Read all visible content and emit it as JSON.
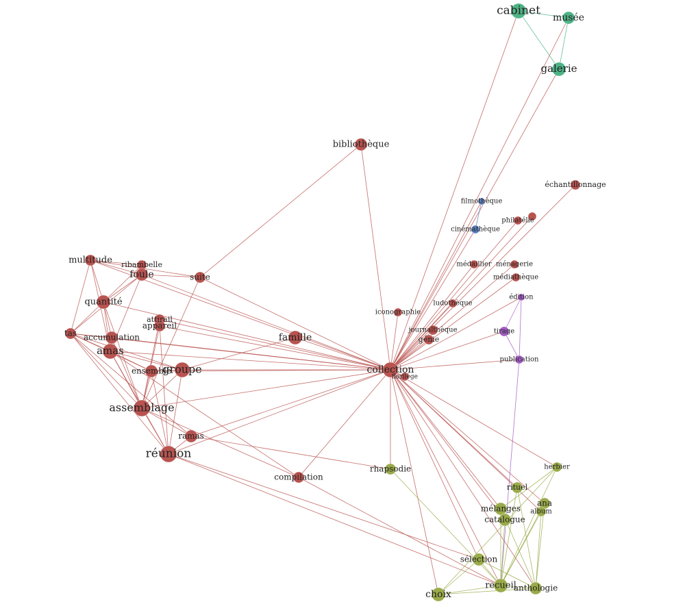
{
  "colors": {
    "red": "#b85450",
    "green": "#4fb386",
    "blue": "#5b7fc1",
    "purple": "#a25bc4",
    "olive": "#9aab4a"
  },
  "nodes": [
    {
      "id": "cabinet",
      "label": "cabinet",
      "group": "green"
    },
    {
      "id": "musee",
      "label": "musée",
      "group": "green"
    },
    {
      "id": "galerie",
      "label": "galerie",
      "group": "green"
    },
    {
      "id": "bibliotheque",
      "label": "bibliothèque",
      "group": "red"
    },
    {
      "id": "echantillonnage",
      "label": "échantillonnage",
      "group": "red"
    },
    {
      "id": "filmotheque",
      "label": "filmothèque",
      "group": "blue"
    },
    {
      "id": "cinematheque",
      "label": "cinémathèque",
      "group": "blue"
    },
    {
      "id": "philatelie",
      "label": "philatélie",
      "group": "red"
    },
    {
      "id": "corpus",
      "label": "",
      "group": "red"
    },
    {
      "id": "medaillier",
      "label": "médaillier",
      "group": "red"
    },
    {
      "id": "menagerie",
      "label": "ménagerie",
      "group": "red"
    },
    {
      "id": "mediatheque",
      "label": "médiathèque",
      "group": "red"
    },
    {
      "id": "multitude",
      "label": "multitude",
      "group": "red"
    },
    {
      "id": "ribambelle",
      "label": "ribambelle",
      "group": "red"
    },
    {
      "id": "foule",
      "label": "foule",
      "group": "red"
    },
    {
      "id": "suite",
      "label": "suite",
      "group": "red"
    },
    {
      "id": "quantite",
      "label": "quantité",
      "group": "red"
    },
    {
      "id": "ludotheque",
      "label": "ludothèque",
      "group": "red"
    },
    {
      "id": "edition",
      "label": "édition",
      "group": "purple"
    },
    {
      "id": "iconographie",
      "label": "iconographie",
      "group": "red"
    },
    {
      "id": "attirail",
      "label": "attirail",
      "group": "red"
    },
    {
      "id": "appareil",
      "label": "appareil",
      "group": "red"
    },
    {
      "id": "tas",
      "label": "tas",
      "group": "red"
    },
    {
      "id": "accumulation",
      "label": "accumulation",
      "group": "red"
    },
    {
      "id": "famille",
      "label": "famille",
      "group": "red"
    },
    {
      "id": "journaltheque",
      "label": "journalthèque",
      "group": "red"
    },
    {
      "id": "genie",
      "label": "génie",
      "group": "red"
    },
    {
      "id": "tirage",
      "label": "tirage",
      "group": "purple"
    },
    {
      "id": "amas",
      "label": "amas",
      "group": "red"
    },
    {
      "id": "publication",
      "label": "publication",
      "group": "purple"
    },
    {
      "id": "ensemble",
      "label": "ensemble",
      "group": "red"
    },
    {
      "id": "groupe",
      "label": "groupe",
      "group": "red"
    },
    {
      "id": "collection",
      "label": "collection",
      "group": "red"
    },
    {
      "id": "florilege",
      "label": "florilège",
      "group": "red"
    },
    {
      "id": "assemblage",
      "label": "assemblage",
      "group": "red"
    },
    {
      "id": "ramas",
      "label": "ramas",
      "group": "red"
    },
    {
      "id": "reunion",
      "label": "réunion",
      "group": "red"
    },
    {
      "id": "herbier",
      "label": "herbier",
      "group": "olive"
    },
    {
      "id": "rhapsodie",
      "label": "rhapsodie",
      "group": "olive"
    },
    {
      "id": "compilation",
      "label": "compilation",
      "group": "red"
    },
    {
      "id": "rituel",
      "label": "rituel",
      "group": "olive"
    },
    {
      "id": "ana",
      "label": "ana",
      "group": "olive"
    },
    {
      "id": "melanges",
      "label": "mélanges",
      "group": "olive"
    },
    {
      "id": "album",
      "label": "album",
      "group": "olive"
    },
    {
      "id": "catalogue",
      "label": "catalogue",
      "group": "olive"
    },
    {
      "id": "selection",
      "label": "sélection",
      "group": "olive"
    },
    {
      "id": "recueil",
      "label": "recueil",
      "group": "olive"
    },
    {
      "id": "anthologie",
      "label": "anthologie",
      "group": "olive"
    },
    {
      "id": "choix",
      "label": "choix",
      "group": "olive"
    }
  ],
  "edges": [
    [
      "collection",
      "bibliotheque"
    ],
    [
      "collection",
      "cabinet"
    ],
    [
      "collection",
      "musee"
    ],
    [
      "collection",
      "galerie"
    ],
    [
      "collection",
      "echantillonnage"
    ],
    [
      "collection",
      "filmotheque"
    ],
    [
      "collection",
      "cinematheque"
    ],
    [
      "collection",
      "philatelie"
    ],
    [
      "collection",
      "corpus"
    ],
    [
      "collection",
      "medaillier"
    ],
    [
      "collection",
      "menagerie"
    ],
    [
      "collection",
      "mediatheque"
    ],
    [
      "collection",
      "ludotheque"
    ],
    [
      "collection",
      "iconographie"
    ],
    [
      "collection",
      "journaltheque"
    ],
    [
      "collection",
      "genie"
    ],
    [
      "collection",
      "edition"
    ],
    [
      "collection",
      "tirage"
    ],
    [
      "collection",
      "publication"
    ],
    [
      "collection",
      "florilege"
    ],
    [
      "collection",
      "famille"
    ],
    [
      "collection",
      "groupe"
    ],
    [
      "collection",
      "ensemble"
    ],
    [
      "collection",
      "amas"
    ],
    [
      "collection",
      "accumulation"
    ],
    [
      "collection",
      "tas"
    ],
    [
      "collection",
      "quantite"
    ],
    [
      "collection",
      "multitude"
    ],
    [
      "collection",
      "foule"
    ],
    [
      "collection",
      "suite"
    ],
    [
      "collection",
      "assemblage"
    ],
    [
      "collection",
      "reunion"
    ],
    [
      "collection",
      "ramas"
    ],
    [
      "collection",
      "compilation"
    ],
    [
      "collection",
      "rhapsodie"
    ],
    [
      "collection",
      "herbier"
    ],
    [
      "collection",
      "rituel"
    ],
    [
      "collection",
      "melanges"
    ],
    [
      "collection",
      "catalogue"
    ],
    [
      "collection",
      "selection"
    ],
    [
      "collection",
      "recueil"
    ],
    [
      "collection",
      "anthologie"
    ],
    [
      "collection",
      "choix"
    ],
    [
      "collection",
      "album"
    ],
    [
      "collection",
      "ana"
    ],
    [
      "collection",
      "attirail"
    ],
    [
      "collection",
      "appareil"
    ],
    [
      "bibliotheque",
      "suite"
    ],
    [
      "cabinet",
      "musee"
    ],
    [
      "cabinet",
      "galerie"
    ],
    [
      "musee",
      "galerie"
    ],
    [
      "filmotheque",
      "cinematheque"
    ],
    [
      "edition",
      "tirage"
    ],
    [
      "edition",
      "publication"
    ],
    [
      "tirage",
      "publication"
    ],
    [
      "publication",
      "recueil"
    ],
    [
      "multitude",
      "ribambelle"
    ],
    [
      "multitude",
      "foule"
    ],
    [
      "multitude",
      "quantite"
    ],
    [
      "multitude",
      "tas"
    ],
    [
      "multitude",
      "amas"
    ],
    [
      "multitude",
      "suite"
    ],
    [
      "ribambelle",
      "foule"
    ],
    [
      "ribambelle",
      "quantite"
    ],
    [
      "foule",
      "quantite"
    ],
    [
      "foule",
      "amas"
    ],
    [
      "foule",
      "tas"
    ],
    [
      "foule",
      "suite"
    ],
    [
      "quantite",
      "tas"
    ],
    [
      "quantite",
      "amas"
    ],
    [
      "quantite",
      "accumulation"
    ],
    [
      "quantite",
      "assemblage"
    ],
    [
      "tas",
      "accumulation"
    ],
    [
      "tas",
      "amas"
    ],
    [
      "tas",
      "assemblage"
    ],
    [
      "tas",
      "reunion"
    ],
    [
      "tas",
      "ensemble"
    ],
    [
      "tas",
      "groupe"
    ],
    [
      "tas",
      "ramas"
    ],
    [
      "accumulation",
      "amas"
    ],
    [
      "accumulation",
      "assemblage"
    ],
    [
      "amas",
      "assemblage"
    ],
    [
      "amas",
      "reunion"
    ],
    [
      "amas",
      "ensemble"
    ],
    [
      "amas",
      "groupe"
    ],
    [
      "attirail",
      "appareil"
    ],
    [
      "attirail",
      "assemblage"
    ],
    [
      "appareil",
      "assemblage"
    ],
    [
      "appareil",
      "reunion"
    ],
    [
      "ensemble",
      "groupe"
    ],
    [
      "ensemble",
      "assemblage"
    ],
    [
      "ensemble",
      "reunion"
    ],
    [
      "groupe",
      "assemblage"
    ],
    [
      "groupe",
      "reunion"
    ],
    [
      "groupe",
      "famille"
    ],
    [
      "suite",
      "assemblage"
    ],
    [
      "assemblage",
      "reunion"
    ],
    [
      "assemblage",
      "ramas"
    ],
    [
      "assemblage",
      "compilation"
    ],
    [
      "reunion",
      "ramas"
    ],
    [
      "reunion",
      "selection"
    ],
    [
      "reunion",
      "recueil"
    ],
    [
      "ramas",
      "rhapsodie"
    ],
    [
      "compilation",
      "recueil"
    ],
    [
      "compilation",
      "amas"
    ],
    [
      "herbier",
      "recueil"
    ],
    [
      "herbier",
      "choix"
    ],
    [
      "herbier",
      "melanges"
    ],
    [
      "rituel",
      "recueil"
    ],
    [
      "rituel",
      "anthologie"
    ],
    [
      "ana",
      "recueil"
    ],
    [
      "ana",
      "album"
    ],
    [
      "ana",
      "anthologie"
    ],
    [
      "melanges",
      "recueil"
    ],
    [
      "melanges",
      "anthologie"
    ],
    [
      "album",
      "recueil"
    ],
    [
      "album",
      "anthologie"
    ],
    [
      "catalogue",
      "recueil"
    ],
    [
      "selection",
      "recueil"
    ],
    [
      "selection",
      "choix"
    ],
    [
      "selection",
      "anthologie"
    ],
    [
      "recueil",
      "anthologie"
    ],
    [
      "recueil",
      "choix"
    ],
    [
      "anthologie",
      "choix"
    ],
    [
      "rhapsodie",
      "recueil"
    ]
  ]
}
